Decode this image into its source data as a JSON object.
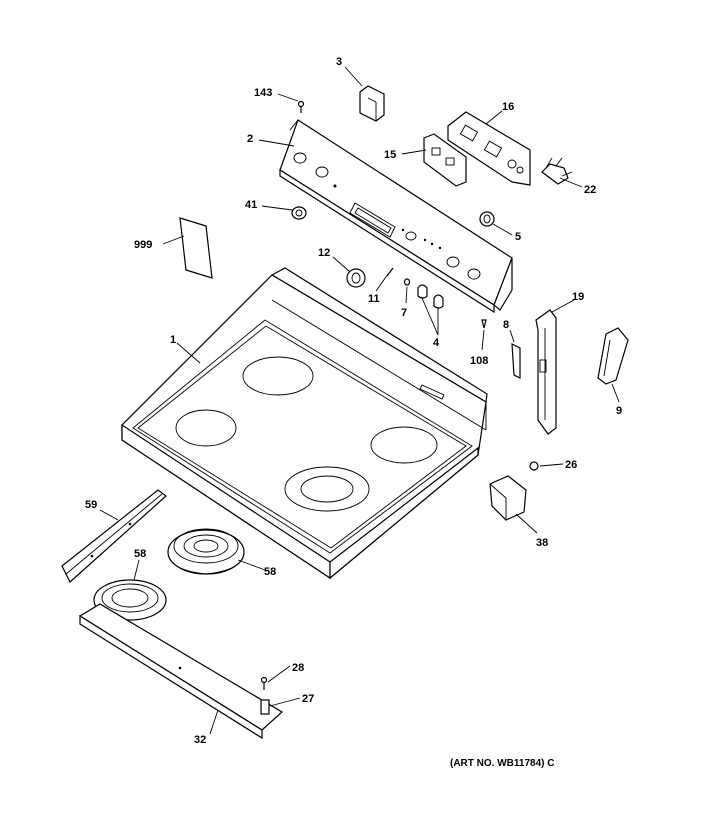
{
  "labels": {
    "p1": "1",
    "p2": "2",
    "p3": "3",
    "p4": "4",
    "p5": "5",
    "p7": "7",
    "p8": "8",
    "p9": "9",
    "p11": "11",
    "p12": "12",
    "p15": "15",
    "p16": "16",
    "p19": "19",
    "p22": "22",
    "p26": "26",
    "p27": "27",
    "p28": "28",
    "p32": "32",
    "p38": "38",
    "p41": "41",
    "p58a": "58",
    "p58b": "58",
    "p59": "59",
    "p108": "108",
    "p143": "143",
    "p999": "999"
  },
  "art_number": "(ART NO. WB11784) C"
}
